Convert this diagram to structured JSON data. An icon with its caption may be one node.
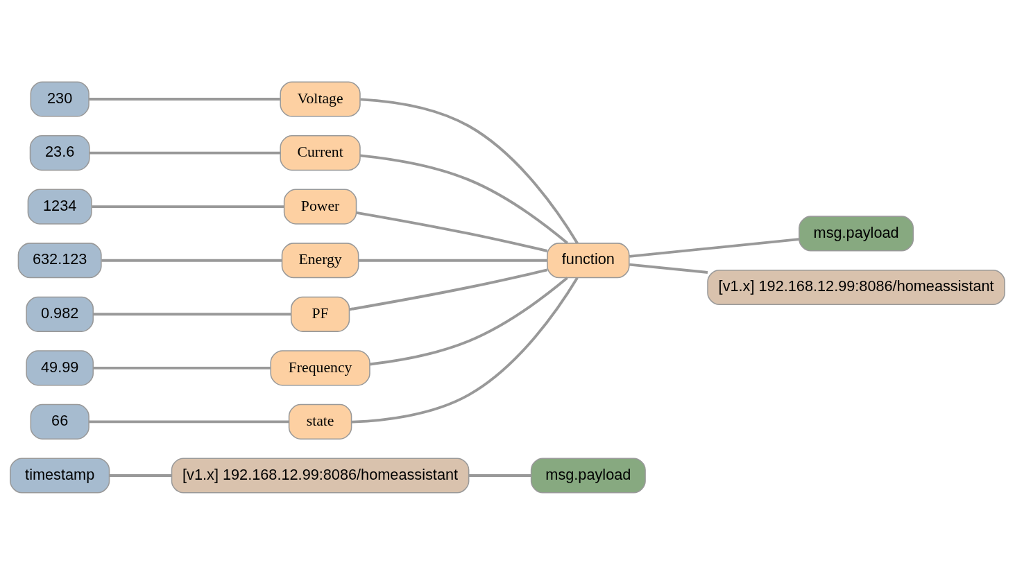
{
  "diagram": {
    "nodes": [
      {
        "text": [
          "timestamp"
        ]
      },
      {
        "text": [
          "[v1.x] 192.168.12.99:8086/homeassistant"
        ]
      },
      {
        "text": [
          "msg.payload"
        ]
      },
      {
        "text": [
          "230"
        ]
      },
      {
        "text": [
          "Voltage"
        ]
      },
      {
        "text": [
          "23.6"
        ]
      },
      {
        "text": [
          "Current"
        ]
      },
      {
        "text": [
          "1234"
        ]
      },
      {
        "text": [
          "Power"
        ]
      },
      {
        "text": [
          "632.123"
        ]
      },
      {
        "text": [
          "Energy"
        ]
      },
      {
        "text": [
          "0.982"
        ]
      },
      {
        "text": [
          "PF"
        ]
      },
      {
        "text": [
          "49.99"
        ]
      },
      {
        "text": [
          "Frequency"
        ]
      },
      {
        "text": [
          "66"
        ]
      },
      {
        "text": [
          "state"
        ]
      },
      {
        "text": [
          "msg.payload"
        ]
      },
      {
        "text": [
          "function"
        ]
      },
      {
        "text": [
          "[v1.x] 192.168.12.99:8086/homeassistant"
        ]
      }
    ],
    "edges": [
      {
        "from": 0,
        "to": 1,
        "arrow": "none"
      },
      {
        "from": 1,
        "to": 2,
        "arrow": "none"
      },
      {
        "from": 3,
        "to": 4,
        "arrow": "none"
      },
      {
        "from": 5,
        "to": 6,
        "arrow": "none"
      },
      {
        "from": 7,
        "to": 8,
        "arrow": "none"
      },
      {
        "from": 9,
        "to": 10,
        "arrow": "none"
      },
      {
        "from": 11,
        "to": 12,
        "arrow": "none"
      },
      {
        "from": 13,
        "to": 14,
        "arrow": "none"
      },
      {
        "from": 15,
        "to": 16,
        "arrow": "none"
      },
      {
        "from": 4,
        "to": 18,
        "arrow": "none"
      },
      {
        "from": 6,
        "to": 18,
        "arrow": "none"
      },
      {
        "from": 8,
        "to": 18,
        "arrow": "none"
      },
      {
        "from": 10,
        "to": 18,
        "arrow": "none"
      },
      {
        "from": 12,
        "to": 18,
        "arrow": "none"
      },
      {
        "from": 14,
        "to": 18,
        "arrow": "none"
      },
      {
        "from": 16,
        "to": 18,
        "arrow": "none"
      },
      {
        "from": 18,
        "to": 17,
        "arrow": "none"
      },
      {
        "from": 18,
        "to": 19,
        "arrow": "none"
      }
    ]
  }
}
